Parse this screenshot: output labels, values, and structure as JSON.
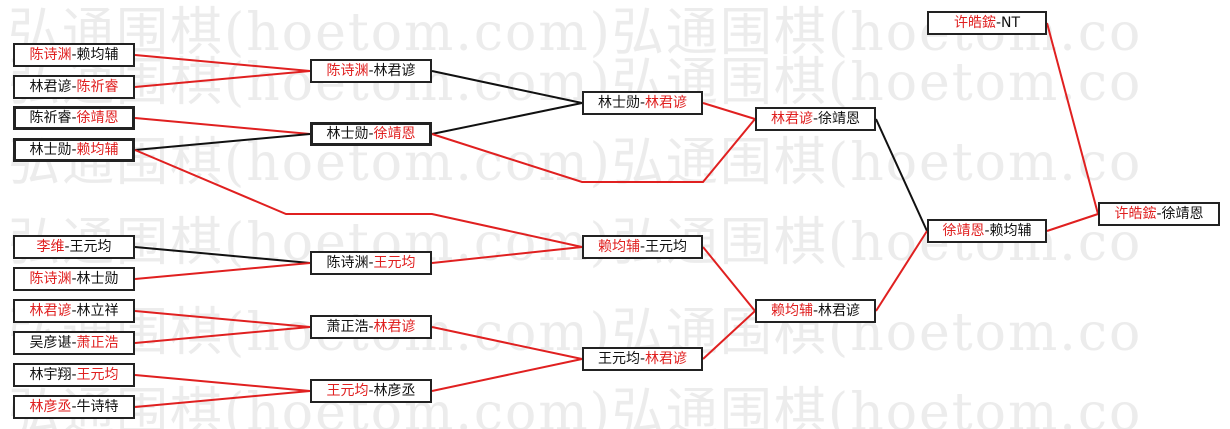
{
  "watermark": {
    "lines": [
      "弘通围棋(hoetom.com)弘通围棋(hoetom.co",
      "弘通围棋(hoetom.com)弘通围棋(hoetom.co",
      "弘通围棋(hoetom.com)弘通围棋(hoetom.co",
      "弘通围棋(hoetom.com)弘通围棋(hoetom.co",
      "弘通围棋(hoetom.com)弘通围棋(hoetom.co",
      "弘通围棋(hoetom.com)弘通围棋(hoetom.co"
    ]
  },
  "separator": "-",
  "colors": {
    "winner": "#e02020",
    "win_line": "#e02020",
    "loss_line": "#111111"
  },
  "rounds": {
    "r1": [
      {
        "a": "陈诗渊",
        "b": "赖均辅",
        "winner": "a"
      },
      {
        "a": "林君谚",
        "b": "陈祈睿",
        "winner": "b"
      },
      {
        "a": "陈祈睿",
        "b": "徐靖恩",
        "winner": "b"
      },
      {
        "a": "林士勋",
        "b": "赖均辅",
        "winner": "b"
      },
      {
        "a": "李维",
        "b": "王元均",
        "winner": "a"
      },
      {
        "a": "陈诗渊",
        "b": "林士勋",
        "winner": "a"
      },
      {
        "a": "林君谚",
        "b": "林立祥",
        "winner": "a"
      },
      {
        "a": "吴彦谌",
        "b": "萧正浩",
        "winner": "b"
      },
      {
        "a": "林宇翔",
        "b": "王元均",
        "winner": "b"
      },
      {
        "a": "林彦丞",
        "b": "牛诗特",
        "winner": "a"
      }
    ],
    "r2": [
      {
        "a": "陈诗渊",
        "b": "林君谚",
        "winner": "a"
      },
      {
        "a": "林士勋",
        "b": "徐靖恩",
        "winner": "b"
      },
      {
        "a": "陈诗渊",
        "b": "王元均",
        "winner": "b"
      },
      {
        "a": "萧正浩",
        "b": "林君谚",
        "winner": "b"
      },
      {
        "a": "王元均",
        "b": "林彦丞",
        "winner": "a"
      }
    ],
    "r3": [
      {
        "a": "林士勋",
        "b": "林君谚",
        "winner": "b"
      },
      {
        "a": "赖均辅",
        "b": "王元均",
        "winner": "a"
      },
      {
        "a": "王元均",
        "b": "林君谚",
        "winner": "b"
      }
    ],
    "r4": [
      {
        "a": "林君谚",
        "b": "徐靖恩",
        "winner": "a"
      },
      {
        "a": "赖均辅",
        "b": "林君谚",
        "winner": "a"
      }
    ],
    "r5": [
      {
        "a": "徐靖恩",
        "b": "赖均辅",
        "winner": "a"
      },
      {
        "a": "许皓鋐",
        "b": "NT",
        "winner": "a"
      }
    ],
    "r6": [
      {
        "a": "许皓鋐",
        "b": "徐靖恩",
        "winner": "a"
      }
    ]
  }
}
